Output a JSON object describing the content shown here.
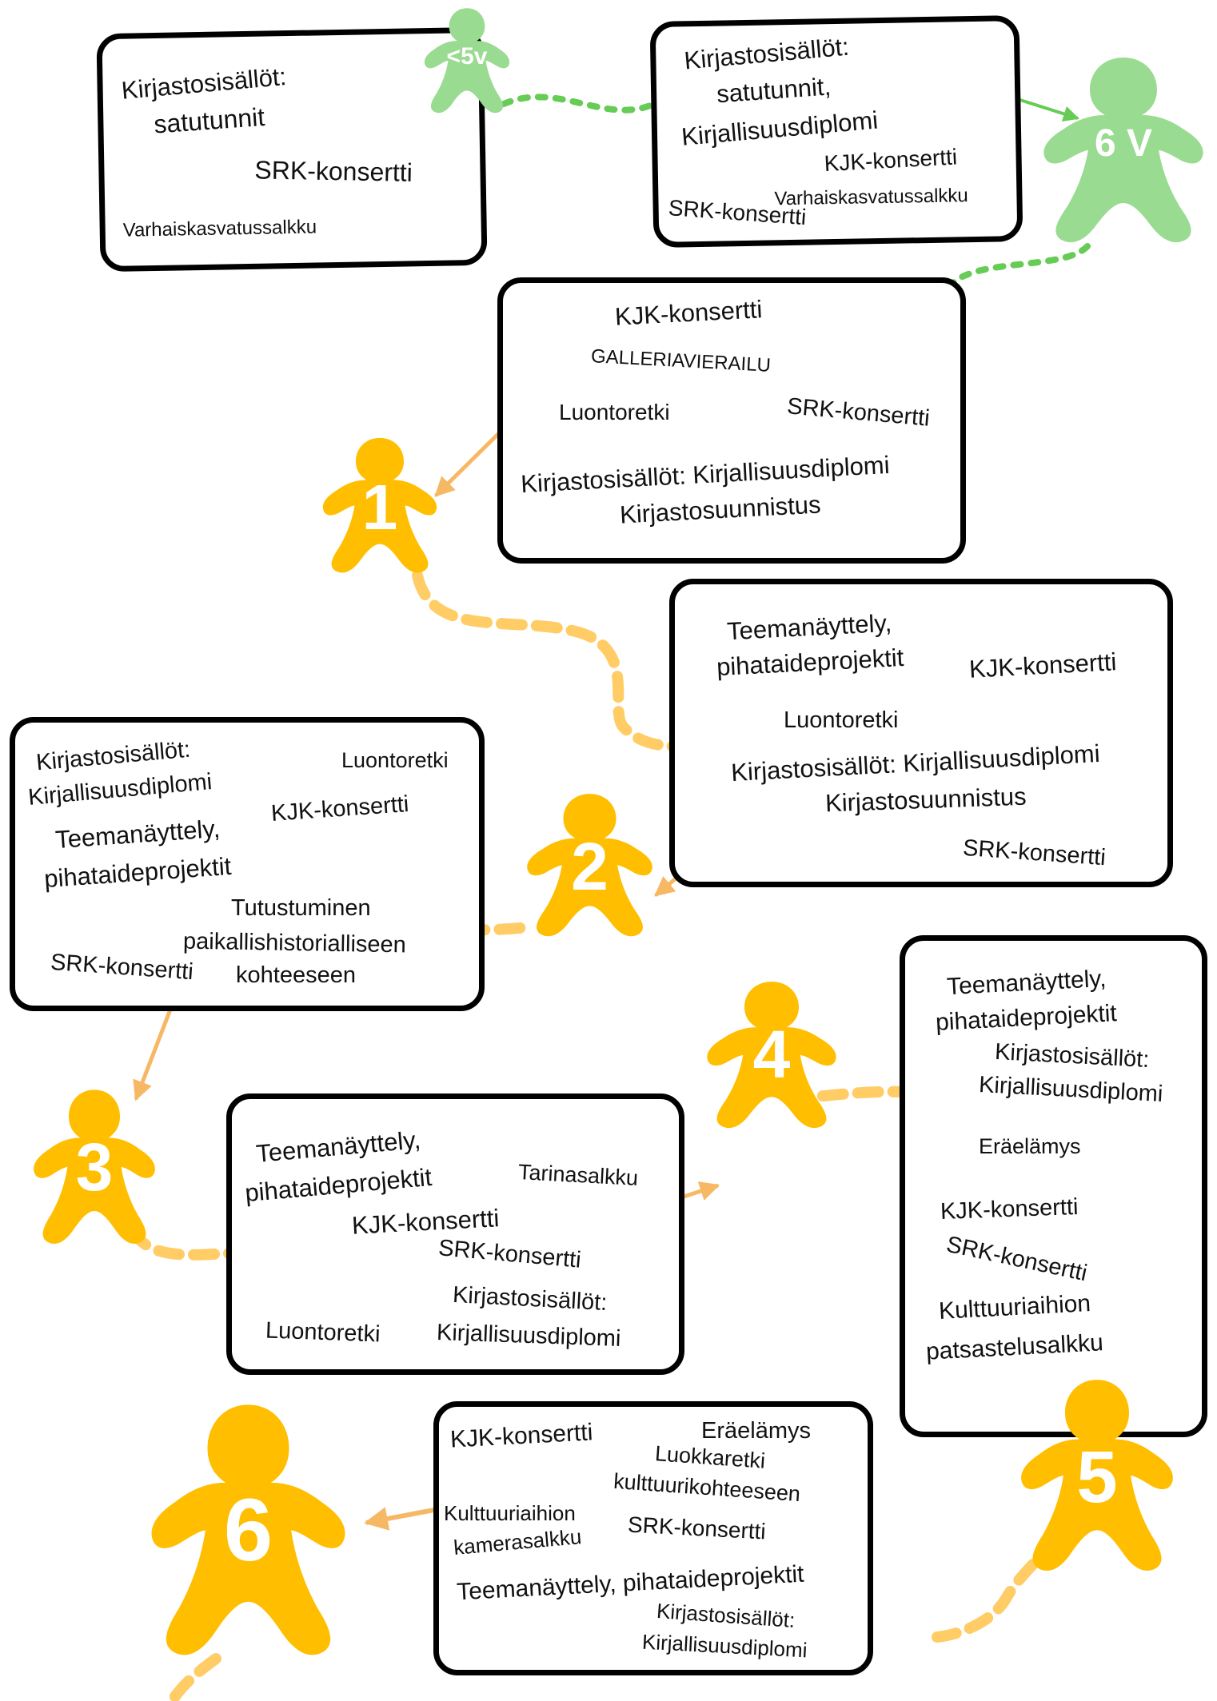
{
  "colors": {
    "green": "#9ADB92",
    "green_line": "#66CC55",
    "orange": "#FFBE00",
    "orange_dash": "#FFCC66",
    "arrow_orange": "#F7B865",
    "box_border": "#000000"
  },
  "figures": {
    "under5": {
      "label": "<5v",
      "icon": "person-icon"
    },
    "age6_green": {
      "label": "6 V",
      "icon": "person-icon"
    },
    "grade1": {
      "label": "1",
      "icon": "person-icon"
    },
    "grade2": {
      "label": "2",
      "icon": "person-icon"
    },
    "grade3": {
      "label": "3",
      "icon": "person-icon"
    },
    "grade4": {
      "label": "4",
      "icon": "person-icon"
    },
    "grade5": {
      "label": "5",
      "icon": "person-icon"
    },
    "grade6": {
      "label": "6",
      "icon": "person-icon"
    }
  },
  "boxes": {
    "under5": {
      "items": [
        "Kirjastosisällöt:",
        "satutunnit",
        "SRK-konsertti",
        "Varhaiskasvatussalkku"
      ]
    },
    "preschool": {
      "items": [
        "Kirjastosisällöt:",
        "satutunnit,",
        "Kirjallisuusdiplomi",
        "KJK-konsertti",
        "Varhaiskasvatussalkku",
        "SRK-konsertti"
      ]
    },
    "grade1": {
      "items": [
        "KJK-konsertti",
        "GALLERIAVIERAILU",
        "Luontoretki",
        "SRK-konsertti",
        "Kirjastosisällöt: Kirjallisuusdiplomi",
        "Kirjastosuunnistus"
      ]
    },
    "grade2": {
      "items": [
        "Teemanäyttely,",
        "pihataideprojektit",
        "KJK-konsertti",
        "Luontoretki",
        "Kirjastosisällöt: Kirjallisuusdiplomi",
        "Kirjastosuunnistus",
        "SRK-konsertti"
      ]
    },
    "grade3": {
      "items": [
        "Kirjastosisällöt:",
        "Kirjallisuusdiplomi",
        "Luontoretki",
        "Teemanäyttely,",
        "KJK-konsertti",
        "pihataideprojektit",
        "Tutustuminen",
        "paikallishistorialliseen",
        "SRK-konsertti",
        "kohteeseen"
      ]
    },
    "grade4": {
      "items": [
        "Teemanäyttely,",
        "pihataideprojektit",
        "Tarinasalkku",
        "KJK-konsertti",
        "SRK-konsertti",
        "Kirjastosisällöt:",
        "Luontoretki",
        "Kirjallisuusdiplomi"
      ]
    },
    "grade5": {
      "items": [
        "Teemanäyttely,",
        "pihataideprojektit",
        "Kirjastosisällöt:",
        "Kirjallisuusdiplomi",
        "Eräelämys",
        "KJK-konsertti",
        "SRK-konsertti",
        "Kulttuuriaihion",
        "patsastelusalkku"
      ]
    },
    "grade6": {
      "items": [
        "KJK-konsertti",
        "Eräelämys",
        "Luokkaretki",
        "kulttuurikohteeseen",
        "Kulttuuriaihion",
        "SRK-konsertti",
        "kamerasalkku",
        "Teemanäyttely, pihataideprojektit",
        "Kirjastosisällöt:",
        "Kirjallisuusdiplomi"
      ]
    }
  }
}
